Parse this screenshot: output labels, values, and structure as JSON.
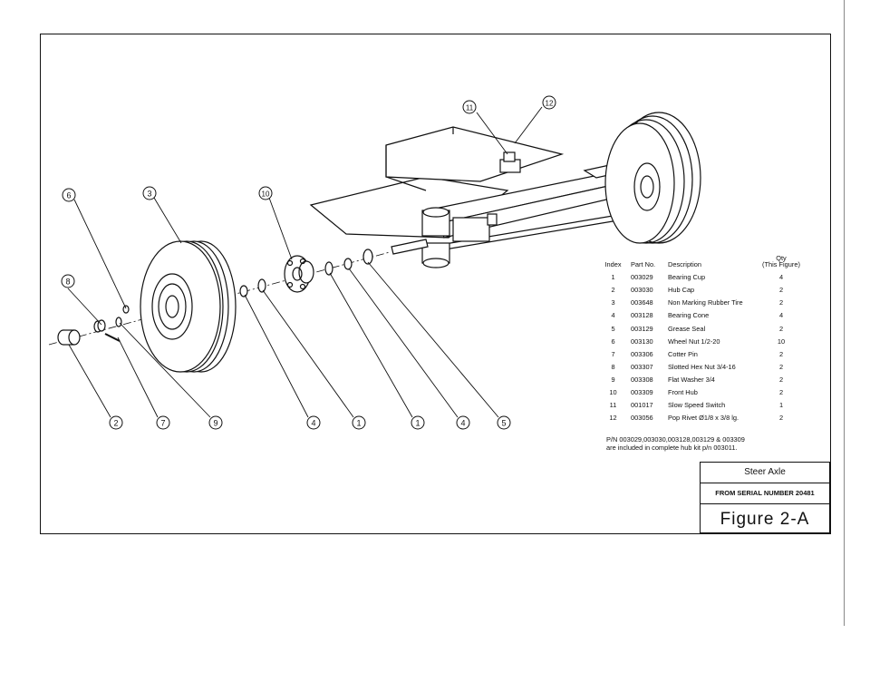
{
  "balloons": [
    {
      "n": "1"
    },
    {
      "n": "1"
    },
    {
      "n": "2"
    },
    {
      "n": "3"
    },
    {
      "n": "4"
    },
    {
      "n": "4"
    },
    {
      "n": "5"
    },
    {
      "n": "6"
    },
    {
      "n": "7"
    },
    {
      "n": "8"
    },
    {
      "n": "9"
    },
    {
      "n": "10"
    },
    {
      "n": "11"
    },
    {
      "n": "12"
    }
  ],
  "parts_table": {
    "headers": {
      "index": "Index",
      "part_no": "Part No.",
      "description": "Description",
      "qty_line1": "Qty",
      "qty_line2": "(This Figure)"
    },
    "rows": [
      {
        "index": "1",
        "part_no": "003029",
        "description": "Bearing Cup",
        "qty": "4"
      },
      {
        "index": "2",
        "part_no": "003030",
        "description": "Hub Cap",
        "qty": "2"
      },
      {
        "index": "3",
        "part_no": "003648",
        "description": "Non Marking Rubber Tire",
        "qty": "2"
      },
      {
        "index": "4",
        "part_no": "003128",
        "description": "Bearing Cone",
        "qty": "4"
      },
      {
        "index": "5",
        "part_no": "003129",
        "description": "Grease Seal",
        "qty": "2"
      },
      {
        "index": "6",
        "part_no": "003130",
        "description": "Wheel Nut 1/2-20",
        "qty": "10"
      },
      {
        "index": "7",
        "part_no": "003306",
        "description": "Cotter Pin",
        "qty": "2"
      },
      {
        "index": "8",
        "part_no": "003307",
        "description": "Slotted Hex Nut 3/4-16",
        "qty": "2"
      },
      {
        "index": "9",
        "part_no": "003308",
        "description": "Flat Washer 3/4",
        "qty": "2"
      },
      {
        "index": "10",
        "part_no": "003309",
        "description": "Front Hub",
        "qty": "2"
      },
      {
        "index": "11",
        "part_no": "001017",
        "description": "Slow Speed Switch",
        "qty": "1"
      },
      {
        "index": "12",
        "part_no": "003056",
        "description": "Pop Rivet Ø1/8 x 3/8 lg.",
        "qty": "2"
      }
    ]
  },
  "note": {
    "line1": "P/N 003029,003030,003128,003129 & 003309",
    "line2": "are included in complete hub kit p/n 003011."
  },
  "title_block": {
    "title": "Steer Axle",
    "serial": "FROM SERIAL NUMBER 20481",
    "figure": "Figure 2-A"
  }
}
